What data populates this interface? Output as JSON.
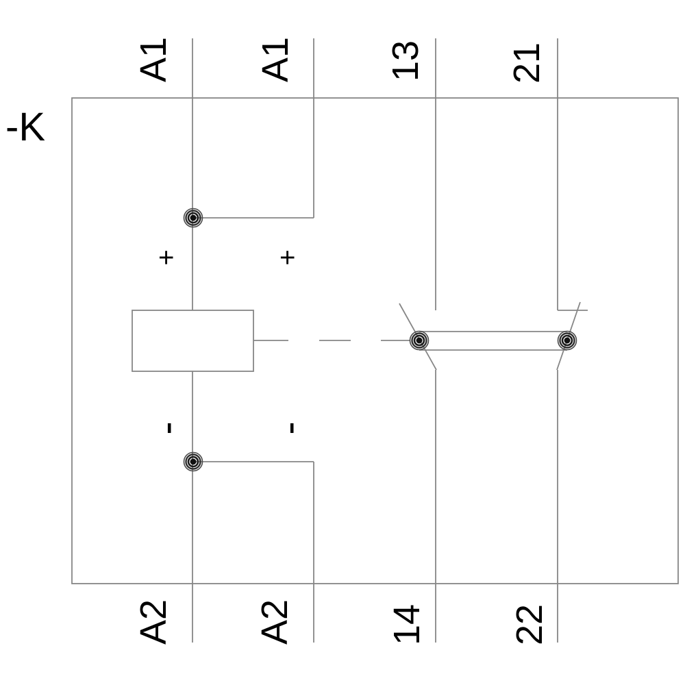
{
  "diagram": {
    "type": "relay-contactor-schematic",
    "device_label": "-K",
    "terminals": {
      "top": [
        "A1",
        "A1",
        "13",
        "21"
      ],
      "bottom": [
        "A2",
        "A2",
        "14",
        "22"
      ]
    },
    "polarity": {
      "plus_left": "+",
      "plus_right": "+",
      "minus_left": "-",
      "minus_right": "-"
    },
    "components": {
      "coil": "A1-A2 coil",
      "no_contact": "13-14 normally-open contact",
      "nc_contact": "21-22 normally-closed contact",
      "mechanical_link": "dashed actuator link"
    },
    "colors": {
      "line": "#868686",
      "text": "#000000",
      "junction_dot": "#111111",
      "background": "#ffffff"
    }
  }
}
